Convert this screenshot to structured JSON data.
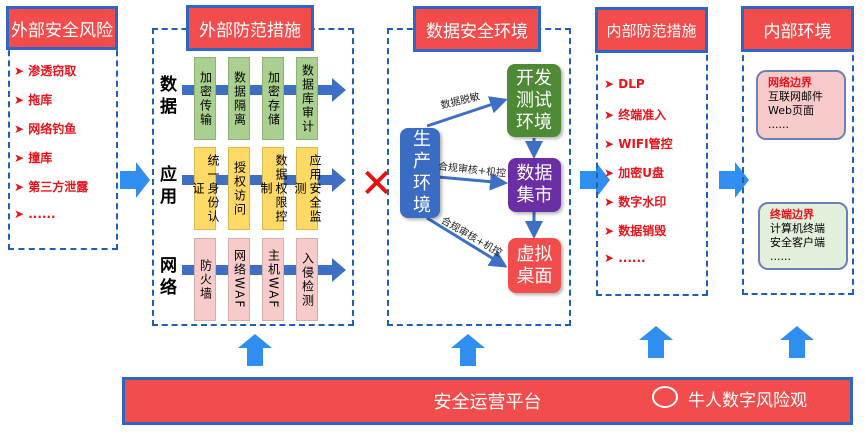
{
  "external_risk": {
    "title": "外部安全风险",
    "items": [
      "渗透窃取",
      "拖库",
      "网络钓鱼",
      "撞库",
      "第三方泄露",
      "......"
    ]
  },
  "external_measures": {
    "title": "外部防范措施",
    "rows": [
      {
        "label": "数据",
        "cells": [
          "加密传输",
          "数据隔离",
          "加密存储",
          "数据库审计"
        ]
      },
      {
        "label": "应用",
        "cells": [
          "统一身份认证",
          "授权访问",
          "数据权限控制",
          "应用安全监测"
        ]
      },
      {
        "label": "网络",
        "cells": [
          "防火墙",
          "网络WAF",
          "主机WAF",
          "入侵检测"
        ]
      }
    ]
  },
  "data_env": {
    "title": "数据安全环境",
    "production": "生产环境",
    "dev": "开发测试环境",
    "mart": "数据集市",
    "vdi": "虚拟桌面",
    "edge_mask": "数据脱敏",
    "edge_audit1": "合规审核+机控",
    "edge_audit2": "合规审核+机控"
  },
  "internal_measures": {
    "title": "内部防范措施",
    "items": [
      "DLP",
      "终端准入",
      "WIFI管控",
      "加密U盘",
      "数字水印",
      "数据销毁",
      "......"
    ]
  },
  "internal_env": {
    "title": "内部环境",
    "network": {
      "heading": "网络边界",
      "lines": [
        "互联网邮件",
        "Web页面",
        "......"
      ]
    },
    "terminal": {
      "heading": "终端边界",
      "lines": [
        "计算机终端",
        "安全客户端",
        "......"
      ]
    }
  },
  "platform": {
    "label": "安全运营平台"
  },
  "watermark": "牛人数字风险观",
  "colors": {
    "title_red": "#f24c4c",
    "border_blue": "#2e66c6",
    "arrow_blue": "#2f8ef0"
  }
}
